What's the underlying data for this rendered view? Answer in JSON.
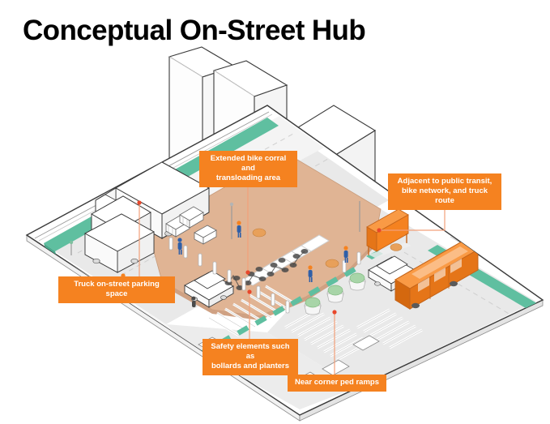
{
  "page": {
    "title": "Conceptual On-Street Hub",
    "background_color": "#ffffff"
  },
  "theme": {
    "accent_orange": "#F58220",
    "bike_lane_green": "#5FBFA0",
    "plaza_tan": "#E0B494",
    "street_gray": "#E8E8E8",
    "sidewalk_gray": "#DCDCDC",
    "outline_dark": "#3A3A3A",
    "leader_line": "#F2A07A",
    "text_white": "#ffffff",
    "text_black": "#000000"
  },
  "callouts": [
    {
      "id": "bike-corral",
      "label": "Extended bike corral and\ntransloading area",
      "lines": [
        "Extended bike corral and",
        "transloading area"
      ]
    },
    {
      "id": "transit",
      "label": "Adjacent to public transit,\nbike network, and truck route",
      "lines": [
        "Adjacent to public transit,",
        "bike network, and truck route"
      ]
    },
    {
      "id": "truck-parking",
      "label": "Truck on-street parking space",
      "lines": [
        "Truck on-street parking space"
      ]
    },
    {
      "id": "safety",
      "label": "Safety elements such as\nbollards and planters",
      "lines": [
        "Safety elements such as",
        "bollards and planters"
      ]
    },
    {
      "id": "ped-ramps",
      "label": "Near corner ped ramps",
      "lines": [
        "Near corner ped ramps"
      ]
    }
  ],
  "scene": {
    "description": "Isometric street-level diagram of an urban curbside logistics hub",
    "elements": [
      "three white office towers",
      "tan curbside plaza with bike corral",
      "orange transit bus on street",
      "orange bus shelter",
      "box trucks and delivery vans in on-street parking",
      "green painted bike lanes on both streets",
      "green dashed bike crossing markings",
      "white ladder crosswalks at intersection",
      "white bollards and planters along plaza edge",
      "pedestrians and cyclists"
    ]
  }
}
